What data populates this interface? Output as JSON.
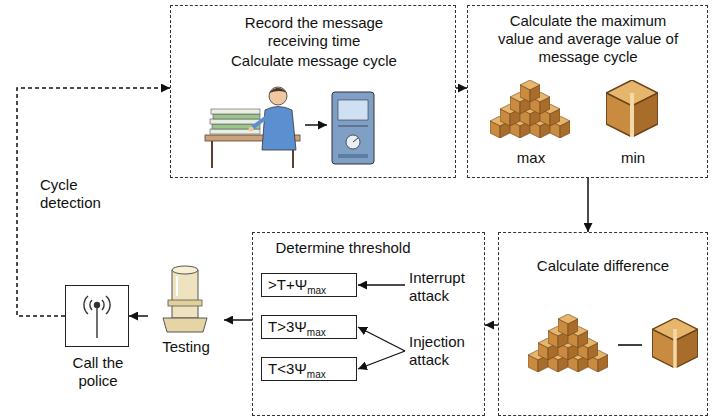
{
  "diagram": {
    "nodes": [
      {
        "text": [
          "Record the message receiving time",
          "Calculate message cycle"
        ]
      },
      {
        "text": [
          "Calculate the maximum value and average value of message cycle",
          "max",
          "min"
        ]
      },
      {
        "text": [
          "Calculate difference"
        ]
      },
      {
        "text": [
          "Determine threshold",
          "Interrupt attack",
          "Injection attack"
        ]
      },
      {
        "text": [
          ">T+Ψmax"
        ],
        "in": 3
      },
      {
        "text": [
          "T>3Ψmax"
        ],
        "in": 3
      },
      {
        "text": [
          "T<3Ψmax"
        ],
        "in": 3
      },
      {
        "text": [
          "Testing"
        ]
      },
      {
        "text": [
          "Call the police"
        ]
      }
    ],
    "edges": [
      {
        "from": 0,
        "to": 1,
        "arrow": "to"
      },
      {
        "from": 1,
        "to": 2,
        "arrow": "to"
      },
      {
        "from": 2,
        "to": 3,
        "arrow": "to"
      },
      {
        "from": 3,
        "to": 7,
        "arrow": "to"
      },
      {
        "from": 7,
        "to": 8,
        "arrow": "to"
      },
      {
        "from": 8,
        "to": 0,
        "arrow": "to"
      }
    ],
    "labels": [
      "Cycle detection"
    ]
  }
}
